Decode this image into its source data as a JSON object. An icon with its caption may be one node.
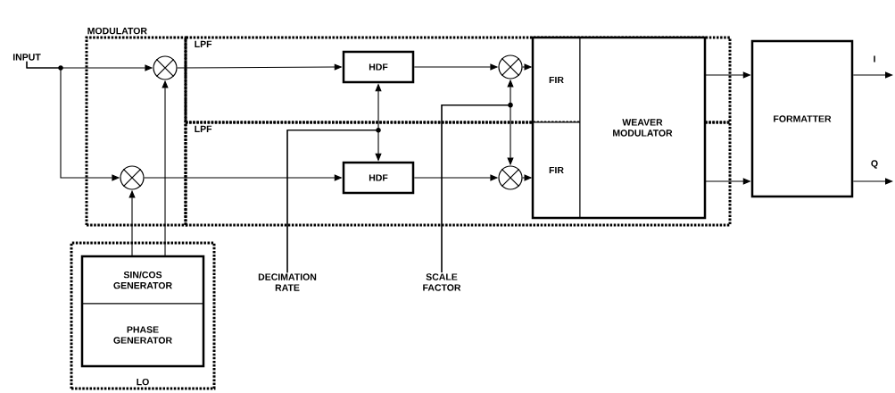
{
  "diagram": {
    "nodes": [
      {
        "text": [
          "MODULATOR"
        ]
      },
      {
        "text": [
          "LPF"
        ]
      },
      {
        "text": [
          "LPF"
        ]
      },
      {
        "text": [
          "INPUT"
        ]
      },
      {
        "text": [],
        "shape": "circle",
        "in": 0
      },
      {
        "text": [],
        "shape": "circle",
        "in": 0
      },
      {
        "text": [
          "HDF"
        ],
        "in": 1
      },
      {
        "text": [
          "HDF"
        ],
        "in": 2
      },
      {
        "text": [],
        "shape": "circle",
        "in": 1
      },
      {
        "text": [],
        "shape": "circle",
        "in": 2
      },
      {
        "text": [
          "FIR"
        ],
        "in": 1
      },
      {
        "text": [
          "FIR"
        ],
        "in": 2
      },
      {
        "text": [
          "WEAVER MODULATOR"
        ]
      },
      {
        "text": [
          "FORMATTER"
        ]
      },
      {
        "text": [
          "LO"
        ]
      },
      {
        "text": [
          "SIN/COS GENERATOR"
        ],
        "in": 14
      },
      {
        "text": [
          "PHASE GENERATOR"
        ],
        "in": 14
      },
      {
        "text": [
          "DECIMATION RATE"
        ]
      },
      {
        "text": [
          "SCALE FACTOR"
        ]
      }
    ],
    "edges": [
      {
        "from": 3,
        "to": 4,
        "arrow": "to"
      },
      {
        "from": 3,
        "to": 5,
        "arrow": "to"
      },
      {
        "from": 4,
        "to": 6,
        "arrow": "to"
      },
      {
        "from": 5,
        "to": 7,
        "arrow": "to"
      },
      {
        "from": 15,
        "to": 4,
        "arrow": "to"
      },
      {
        "from": 15,
        "to": 5,
        "arrow": "to"
      },
      {
        "from": 17,
        "to": 6,
        "arrow": "to"
      },
      {
        "from": 17,
        "to": 7,
        "arrow": "to"
      },
      {
        "from": 6,
        "to": 8,
        "arrow": "to"
      },
      {
        "from": 7,
        "to": 9,
        "arrow": "to"
      },
      {
        "from": 18,
        "to": 8,
        "arrow": "to"
      },
      {
        "from": 18,
        "to": 9,
        "arrow": "to"
      },
      {
        "from": 8,
        "to": 10,
        "arrow": "to"
      },
      {
        "from": 9,
        "to": 11,
        "arrow": "to"
      },
      {
        "from": 12,
        "to": 13,
        "arrow": "to"
      },
      {
        "from": 12,
        "to": 13,
        "arrow": "to"
      },
      {
        "from": 13,
        "to": null,
        "arrow": "to",
        "label": "I"
      },
      {
        "from": 13,
        "to": null,
        "arrow": "to",
        "label": "Q"
      }
    ]
  }
}
